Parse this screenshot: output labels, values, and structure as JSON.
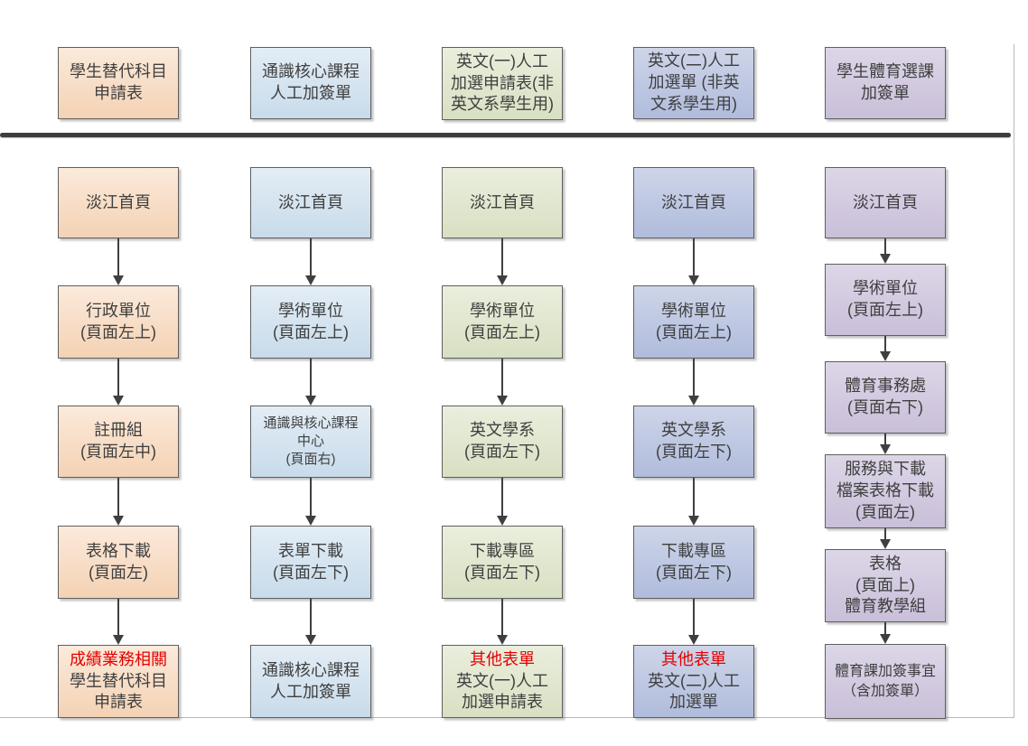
{
  "page": {
    "background": "#ffffff",
    "text_color": "#3f3f3f",
    "highlight_color": "#e60000",
    "arrow_color": "#3f3f3f",
    "divider_color": "#3d3d3d",
    "frame_color": "#b9b9b9"
  },
  "columns": [
    {
      "id": "substitute-subject-application-form",
      "theme": {
        "fill_top": "#fbeadb",
        "fill_bottom": "#f4d2b4",
        "border": "#5f5f5f"
      },
      "header": {
        "text": "學生替代科目\n申請表"
      },
      "steps": [
        {
          "text": "淡江首頁"
        },
        {
          "text": "行政單位\n(頁面左上)"
        },
        {
          "text": "註冊組\n(頁面左中)"
        },
        {
          "text": "表格下載\n(頁面左)"
        },
        {
          "highlight": "成績業務相關",
          "text": "學生替代科目\n申請表"
        }
      ]
    },
    {
      "id": "general-core-course-manual-add-form",
      "theme": {
        "fill_top": "#e3edf5",
        "fill_bottom": "#c8dbeb",
        "border": "#5f5f5f"
      },
      "header": {
        "text": "通識核心課程\n人工加簽單"
      },
      "steps": [
        {
          "text": "淡江首頁"
        },
        {
          "text": "學術單位\n(頁面左上)"
        },
        {
          "text": "通識與核心課程\n中心\n(頁面右)"
        },
        {
          "text": "表單下載\n(頁面左下)"
        },
        {
          "text": "通識核心課程\n人工加簽單"
        }
      ]
    },
    {
      "id": "english-1-manual-add-application-form",
      "theme": {
        "fill_top": "#eaeedd",
        "fill_bottom": "#d8e0c2",
        "border": "#5f5f5f"
      },
      "header": {
        "text": "英文(一)人工\n加選申請表(非\n英文系學生用)"
      },
      "steps": [
        {
          "text": "淡江首頁"
        },
        {
          "text": "學術單位\n(頁面左上)"
        },
        {
          "text": "英文學系\n(頁面左下)"
        },
        {
          "text": "下載專區\n(頁面左下)"
        },
        {
          "highlight": "其他表單",
          "text": "英文(一)人工\n加選申請表"
        }
      ]
    },
    {
      "id": "english-2-manual-add-form",
      "theme": {
        "fill_top": "#ced5e9",
        "fill_bottom": "#b0bcdc",
        "border": "#5f5f5f"
      },
      "header": {
        "text": "英文(二)人工\n加選單 (非英\n文系學生用)"
      },
      "steps": [
        {
          "text": "淡江首頁"
        },
        {
          "text": "學術單位\n(頁面左上)"
        },
        {
          "text": "英文學系\n(頁面左下)"
        },
        {
          "text": "下載專區\n(頁面左下)"
        },
        {
          "highlight": "其他表單",
          "text": "英文(二)人工\n加選單"
        }
      ]
    },
    {
      "id": "pe-course-add-form",
      "theme": {
        "fill_top": "#ddd6e7",
        "fill_bottom": "#c9bfd9",
        "border": "#5f5f5f"
      },
      "header": {
        "text": "學生體育選課\n加簽單"
      },
      "steps": [
        {
          "text": "淡江首頁"
        },
        {
          "text": "學術單位\n(頁面左上)"
        },
        {
          "text": "體育事務處\n(頁面右下)"
        },
        {
          "text": "服務與下載\n檔案表格下載\n(頁面左)"
        },
        {
          "text": "表格\n(頁面上)\n體育教學組"
        },
        {
          "text": "體育課加簽事宜\n（含加簽單）"
        }
      ]
    }
  ]
}
